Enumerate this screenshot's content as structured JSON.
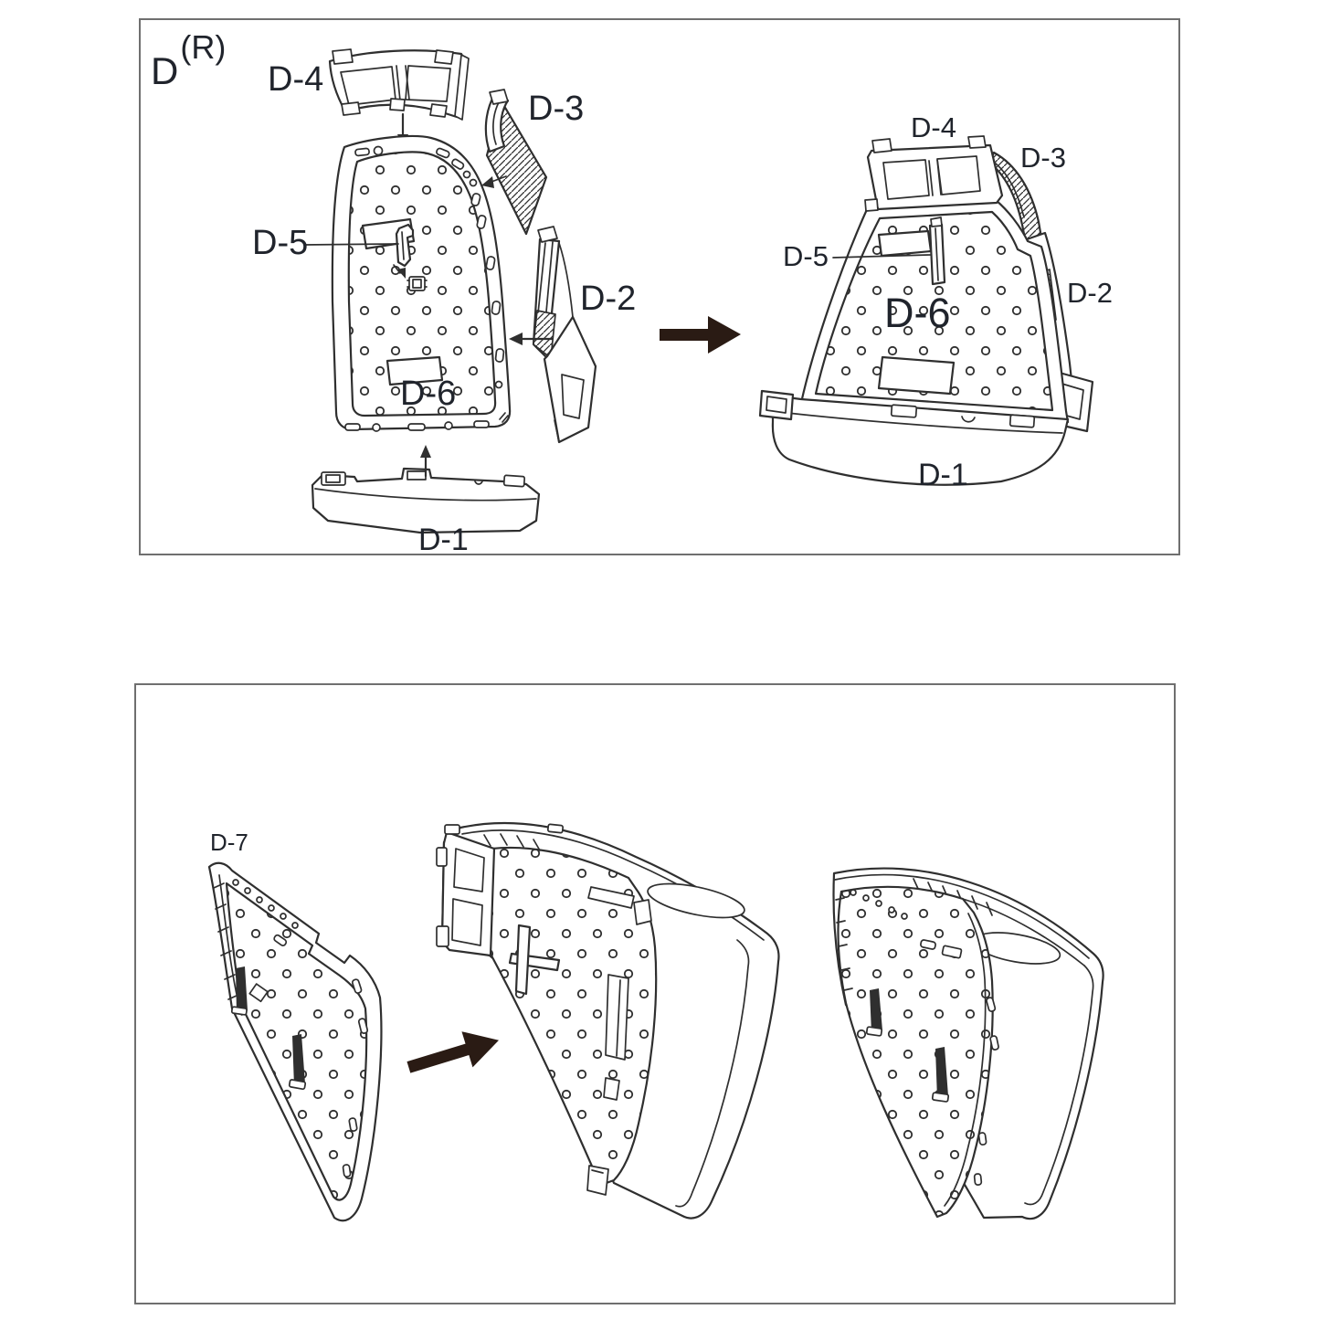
{
  "colors": {
    "line": "#2f2f2f",
    "label": "#20242c",
    "arrow": "#2a1b14",
    "border": "#6f6f6f",
    "page_bg": "#ffffff"
  },
  "top_panel": {
    "title": {
      "base": "D",
      "superscript": "(R)"
    },
    "exploded_labels": {
      "d4": "D-4",
      "d3": "D-3",
      "d5": "D-5",
      "d2": "D-2",
      "d6": "D-6",
      "d1": "D-1"
    },
    "assembled_labels": {
      "d4": "D-4",
      "d3": "D-3",
      "d5": "D-5",
      "d2": "D-2",
      "d6": "D-6",
      "d1": "D-1"
    }
  },
  "bottom_panel": {
    "labels": {
      "d7": "D-7"
    }
  }
}
